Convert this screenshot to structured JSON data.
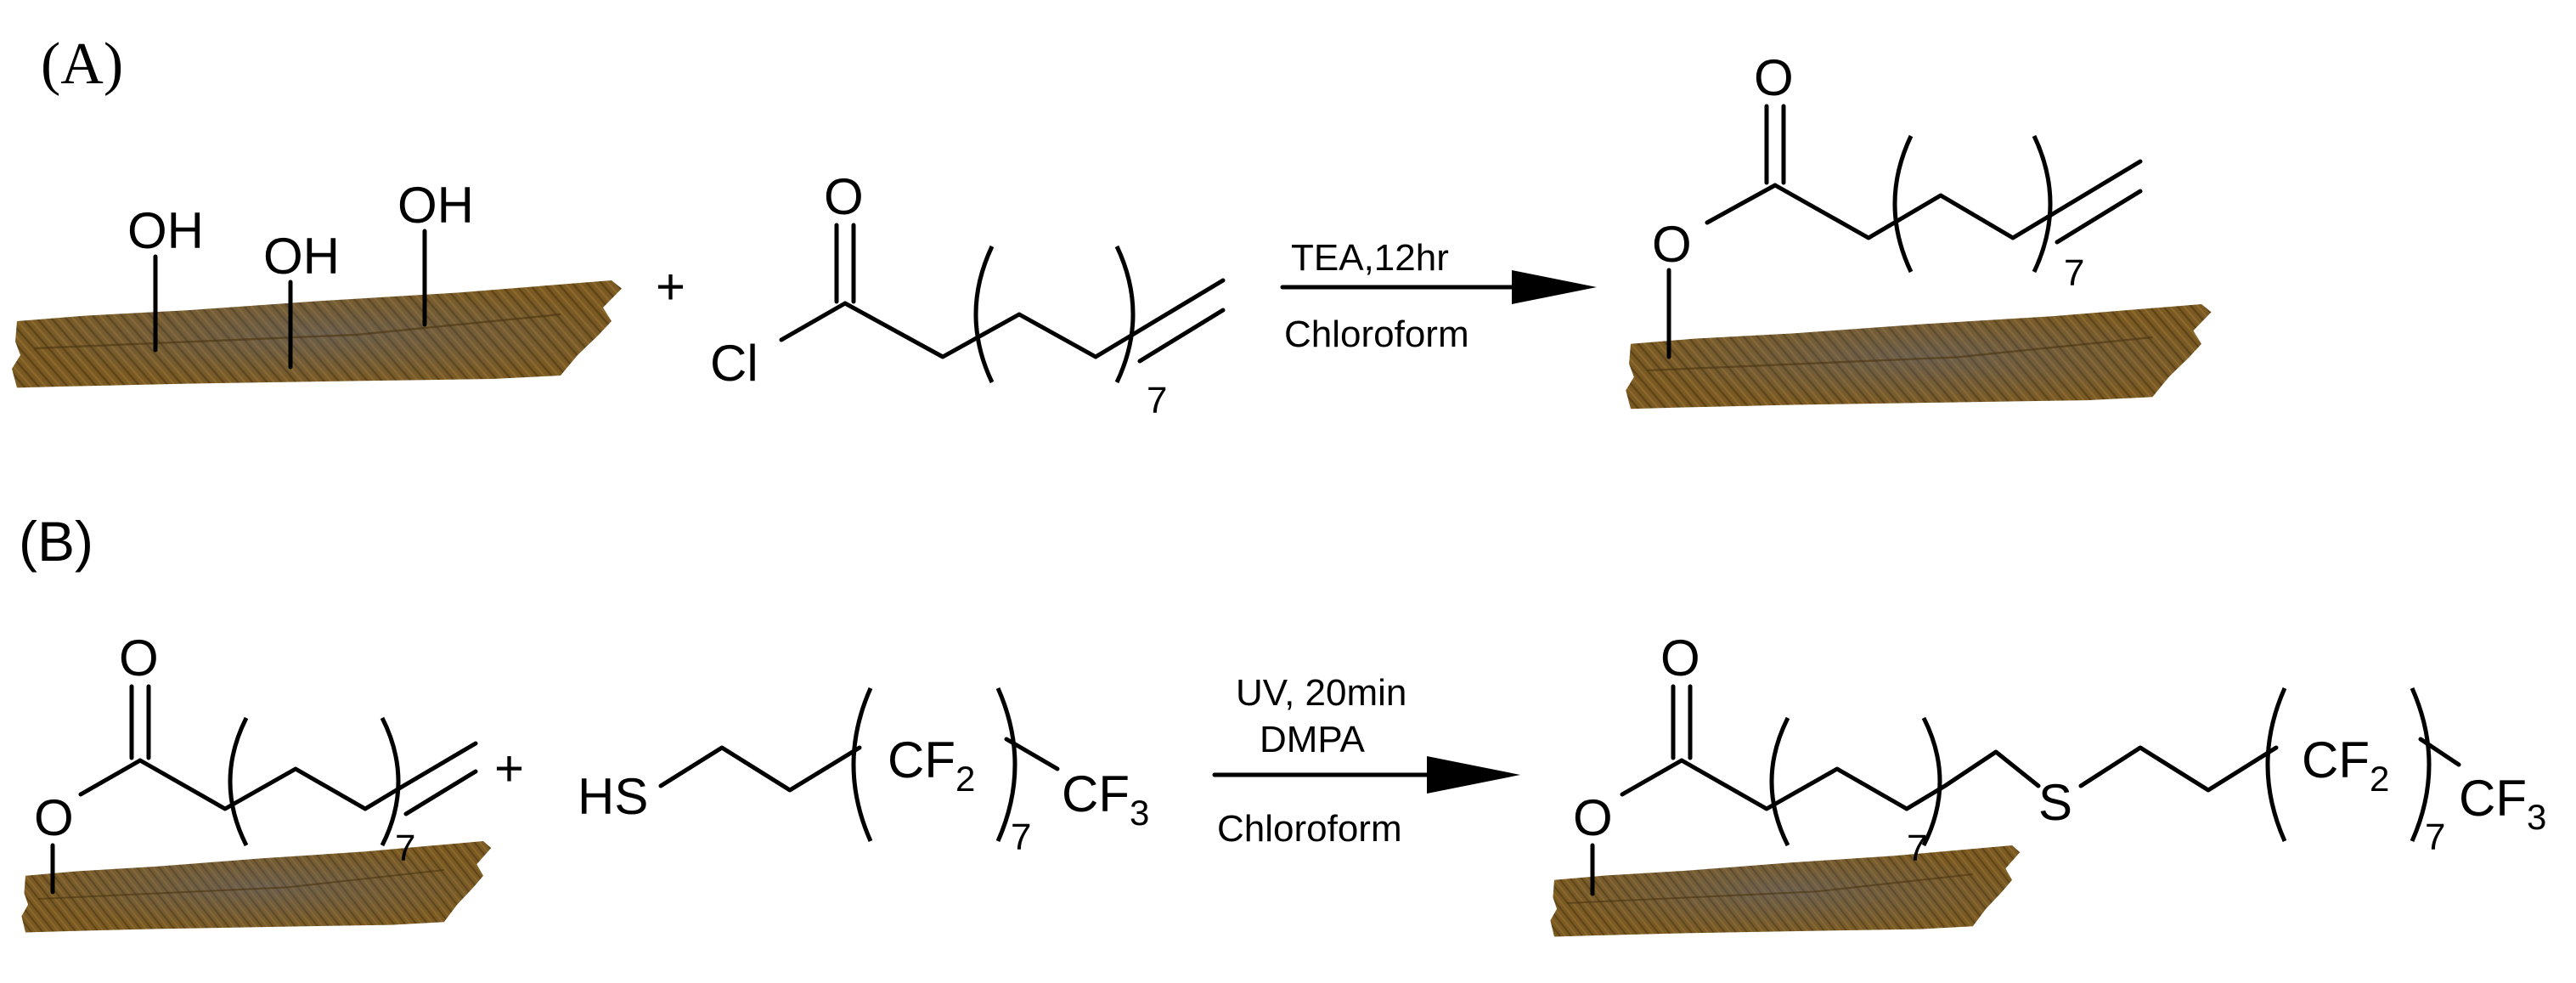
{
  "panels": {
    "a": "(A)",
    "b": "(B)"
  },
  "colors": {
    "fiber": "#7a5a22",
    "fiber_light": "#8f6c2e",
    "fiber_dark": "#5c4216",
    "fiber_blue": "#5d6680"
  },
  "row_a": {
    "oh1": "OH",
    "oh2": "OH",
    "oh3": "OH",
    "plus": "+",
    "reagent": {
      "o": "O",
      "cl": "Cl",
      "n": "7"
    },
    "conditions": {
      "top": "TEA,12hr",
      "bottom": "Chloroform"
    },
    "product": {
      "o_carbonyl": "O",
      "o_ester": "O",
      "n": "7"
    }
  },
  "row_b": {
    "start": {
      "o_carbonyl": "O",
      "o_ester": "O",
      "n": "7"
    },
    "plus": "+",
    "thiol": {
      "hs": "HS",
      "cf": "CF",
      "cf_sub": "2",
      "n": "7",
      "cf3": "CF",
      "cf3_sub": "3"
    },
    "conditions": {
      "line1": "UV, 20min",
      "line2": "DMPA",
      "bottom": "Chloroform"
    },
    "product": {
      "o_carbonyl": "O",
      "o_ester": "O",
      "n1": "7",
      "s": "S",
      "cf": "CF",
      "cf_sub": "2",
      "n2": "7",
      "cf3": "CF",
      "cf3_sub": "3"
    }
  }
}
